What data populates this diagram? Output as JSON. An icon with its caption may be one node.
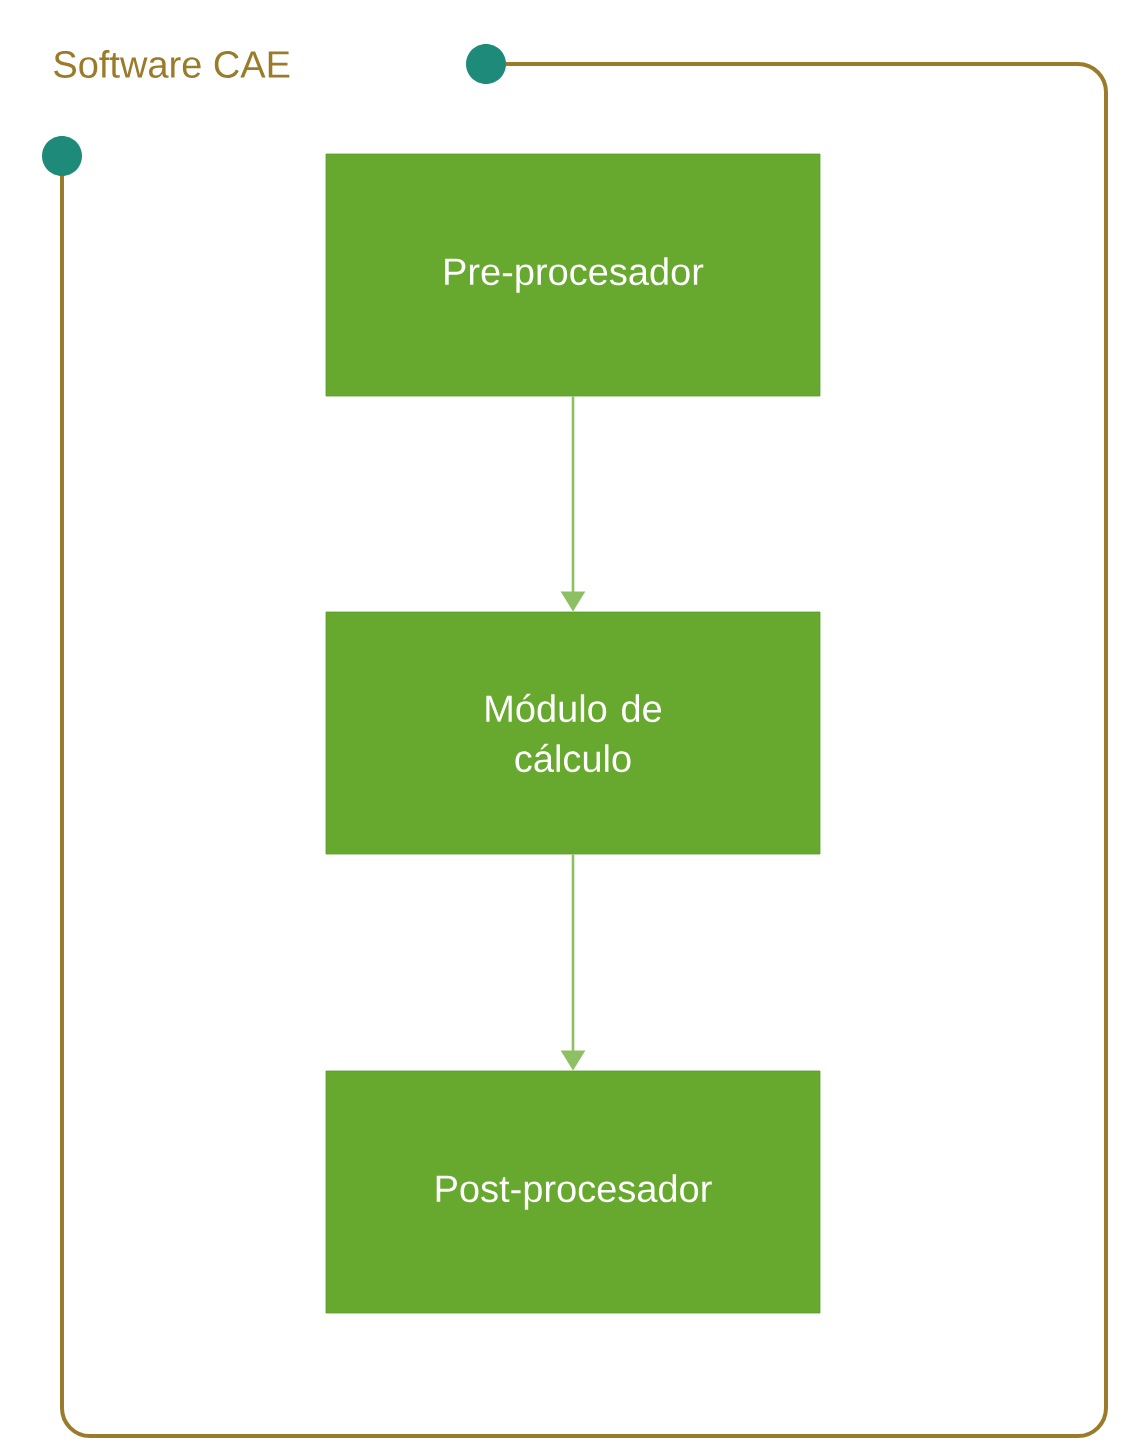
{
  "diagram": {
    "nodes": [
      {
        "text": [
          "Software CAE"
        ]
      },
      {
        "text": [
          "Pre-procesador"
        ],
        "in": 0
      },
      {
        "text": [
          "Módulo de cálculo"
        ],
        "in": 0
      },
      {
        "text": [
          "Post-procesador"
        ],
        "in": 0
      }
    ],
    "edges": [
      {
        "from": 1,
        "to": 2,
        "arrow": "to"
      },
      {
        "from": 2,
        "to": 3,
        "arrow": "to"
      }
    ]
  }
}
